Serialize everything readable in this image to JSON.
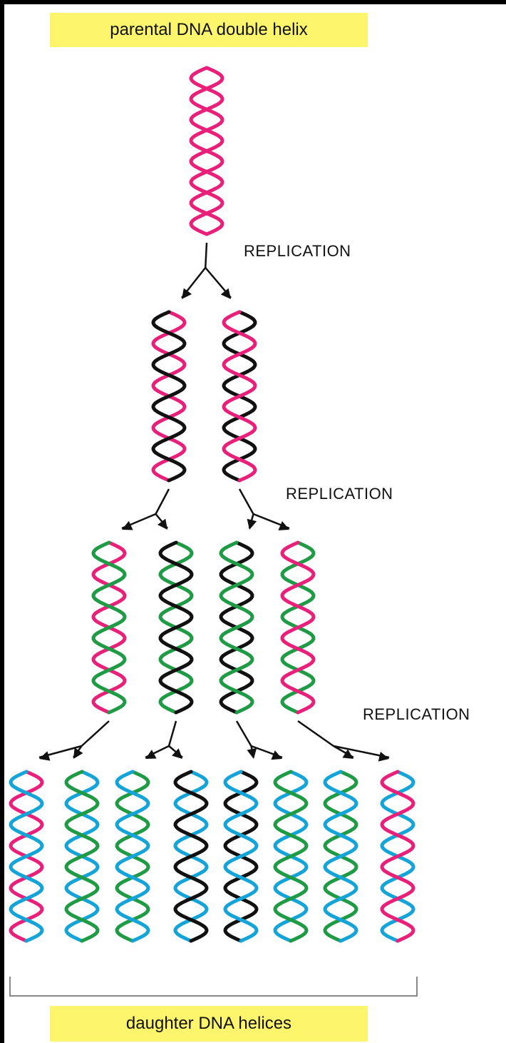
{
  "title": "parental DNA double helix",
  "footer": "daughter DNA helices",
  "replication_label": "REPLICATION",
  "colors": {
    "parental": "#e8207a",
    "gen1": "#111111",
    "gen2": "#1f9a45",
    "gen3": "#14a4d8",
    "label_bg": "#fdf56b"
  },
  "generations": [
    {
      "name": "parental",
      "helices": [
        [
          "parental",
          "parental"
        ]
      ]
    },
    {
      "name": "first",
      "helices": [
        [
          "parental",
          "gen1"
        ],
        [
          "gen1",
          "parental"
        ]
      ]
    },
    {
      "name": "second",
      "helices": [
        [
          "parental",
          "gen2"
        ],
        [
          "gen2",
          "gen1"
        ],
        [
          "gen1",
          "gen2"
        ],
        [
          "gen2",
          "parental"
        ]
      ]
    },
    {
      "name": "third",
      "helices": [
        [
          "parental",
          "gen3"
        ],
        [
          "gen3",
          "gen2"
        ],
        [
          "gen2",
          "gen3"
        ],
        [
          "gen3",
          "gen1"
        ],
        [
          "gen1",
          "gen3"
        ],
        [
          "gen3",
          "gen2"
        ],
        [
          "gen2",
          "gen3"
        ],
        [
          "gen3",
          "parental"
        ]
      ]
    }
  ]
}
